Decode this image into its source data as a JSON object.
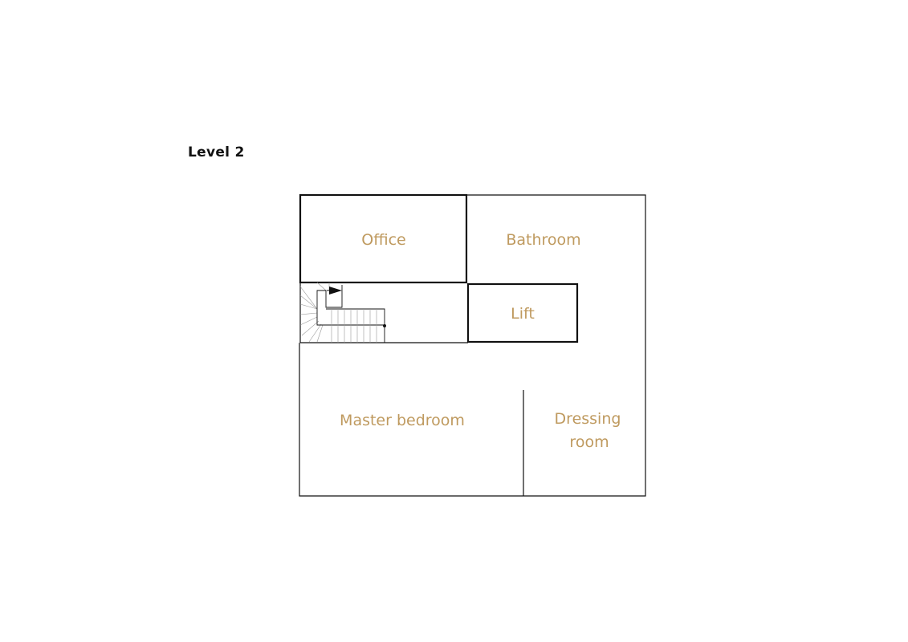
{
  "title": "Level 2",
  "colors": {
    "label": "#bf9a5f",
    "wall": "#111111",
    "background": "#ffffff"
  },
  "rooms": {
    "office": "Office",
    "bathroom": "Bathroom",
    "lift": "Lift",
    "master_bedroom": "Master bedroom",
    "dressing_room_line1": "Dressing",
    "dressing_room_line2": "room"
  }
}
